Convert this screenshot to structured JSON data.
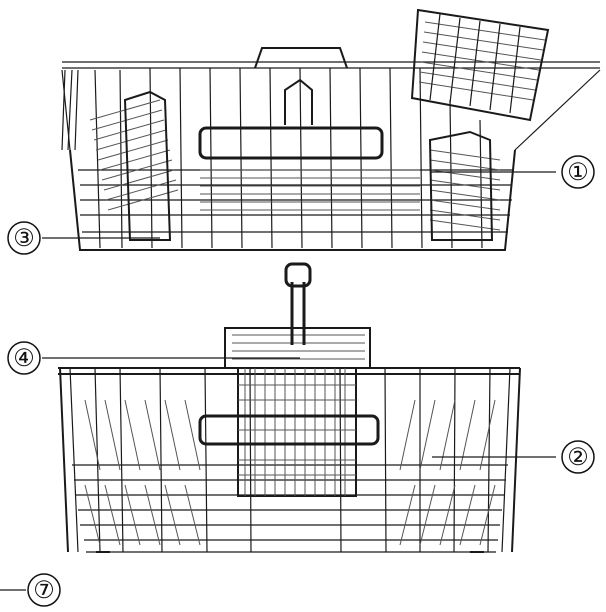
{
  "figure": {
    "callouts": [
      {
        "id": "callout-1",
        "label": "①"
      },
      {
        "id": "callout-2",
        "label": "②"
      },
      {
        "id": "callout-3",
        "label": "③"
      },
      {
        "id": "callout-4",
        "label": "④"
      },
      {
        "id": "callout-7",
        "label": "⑦"
      }
    ]
  }
}
